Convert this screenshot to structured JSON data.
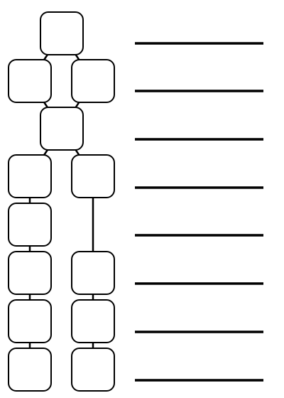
{
  "diagram": {
    "line_color": "#000000",
    "box_fill": "#ffffff",
    "nodes": [
      {
        "id": "top"
      },
      {
        "id": "left-1"
      },
      {
        "id": "right-1"
      },
      {
        "id": "middle"
      },
      {
        "id": "left-2"
      },
      {
        "id": "right-2"
      },
      {
        "id": "left-3"
      },
      {
        "id": "left-4"
      },
      {
        "id": "right-4"
      },
      {
        "id": "left-5"
      },
      {
        "id": "right-5"
      },
      {
        "id": "left-6"
      },
      {
        "id": "right-6"
      }
    ],
    "edges": [
      [
        "top",
        "left-1"
      ],
      [
        "top",
        "right-1"
      ],
      [
        "left-1",
        "middle"
      ],
      [
        "right-1",
        "middle"
      ],
      [
        "middle",
        "left-2"
      ],
      [
        "middle",
        "right-2"
      ],
      [
        "left-2",
        "left-3"
      ],
      [
        "left-3",
        "left-4"
      ],
      [
        "left-4",
        "left-5"
      ],
      [
        "left-5",
        "left-6"
      ],
      [
        "right-2",
        "right-4"
      ],
      [
        "right-4",
        "right-5"
      ],
      [
        "right-5",
        "right-6"
      ]
    ],
    "answer_lines": 8
  }
}
